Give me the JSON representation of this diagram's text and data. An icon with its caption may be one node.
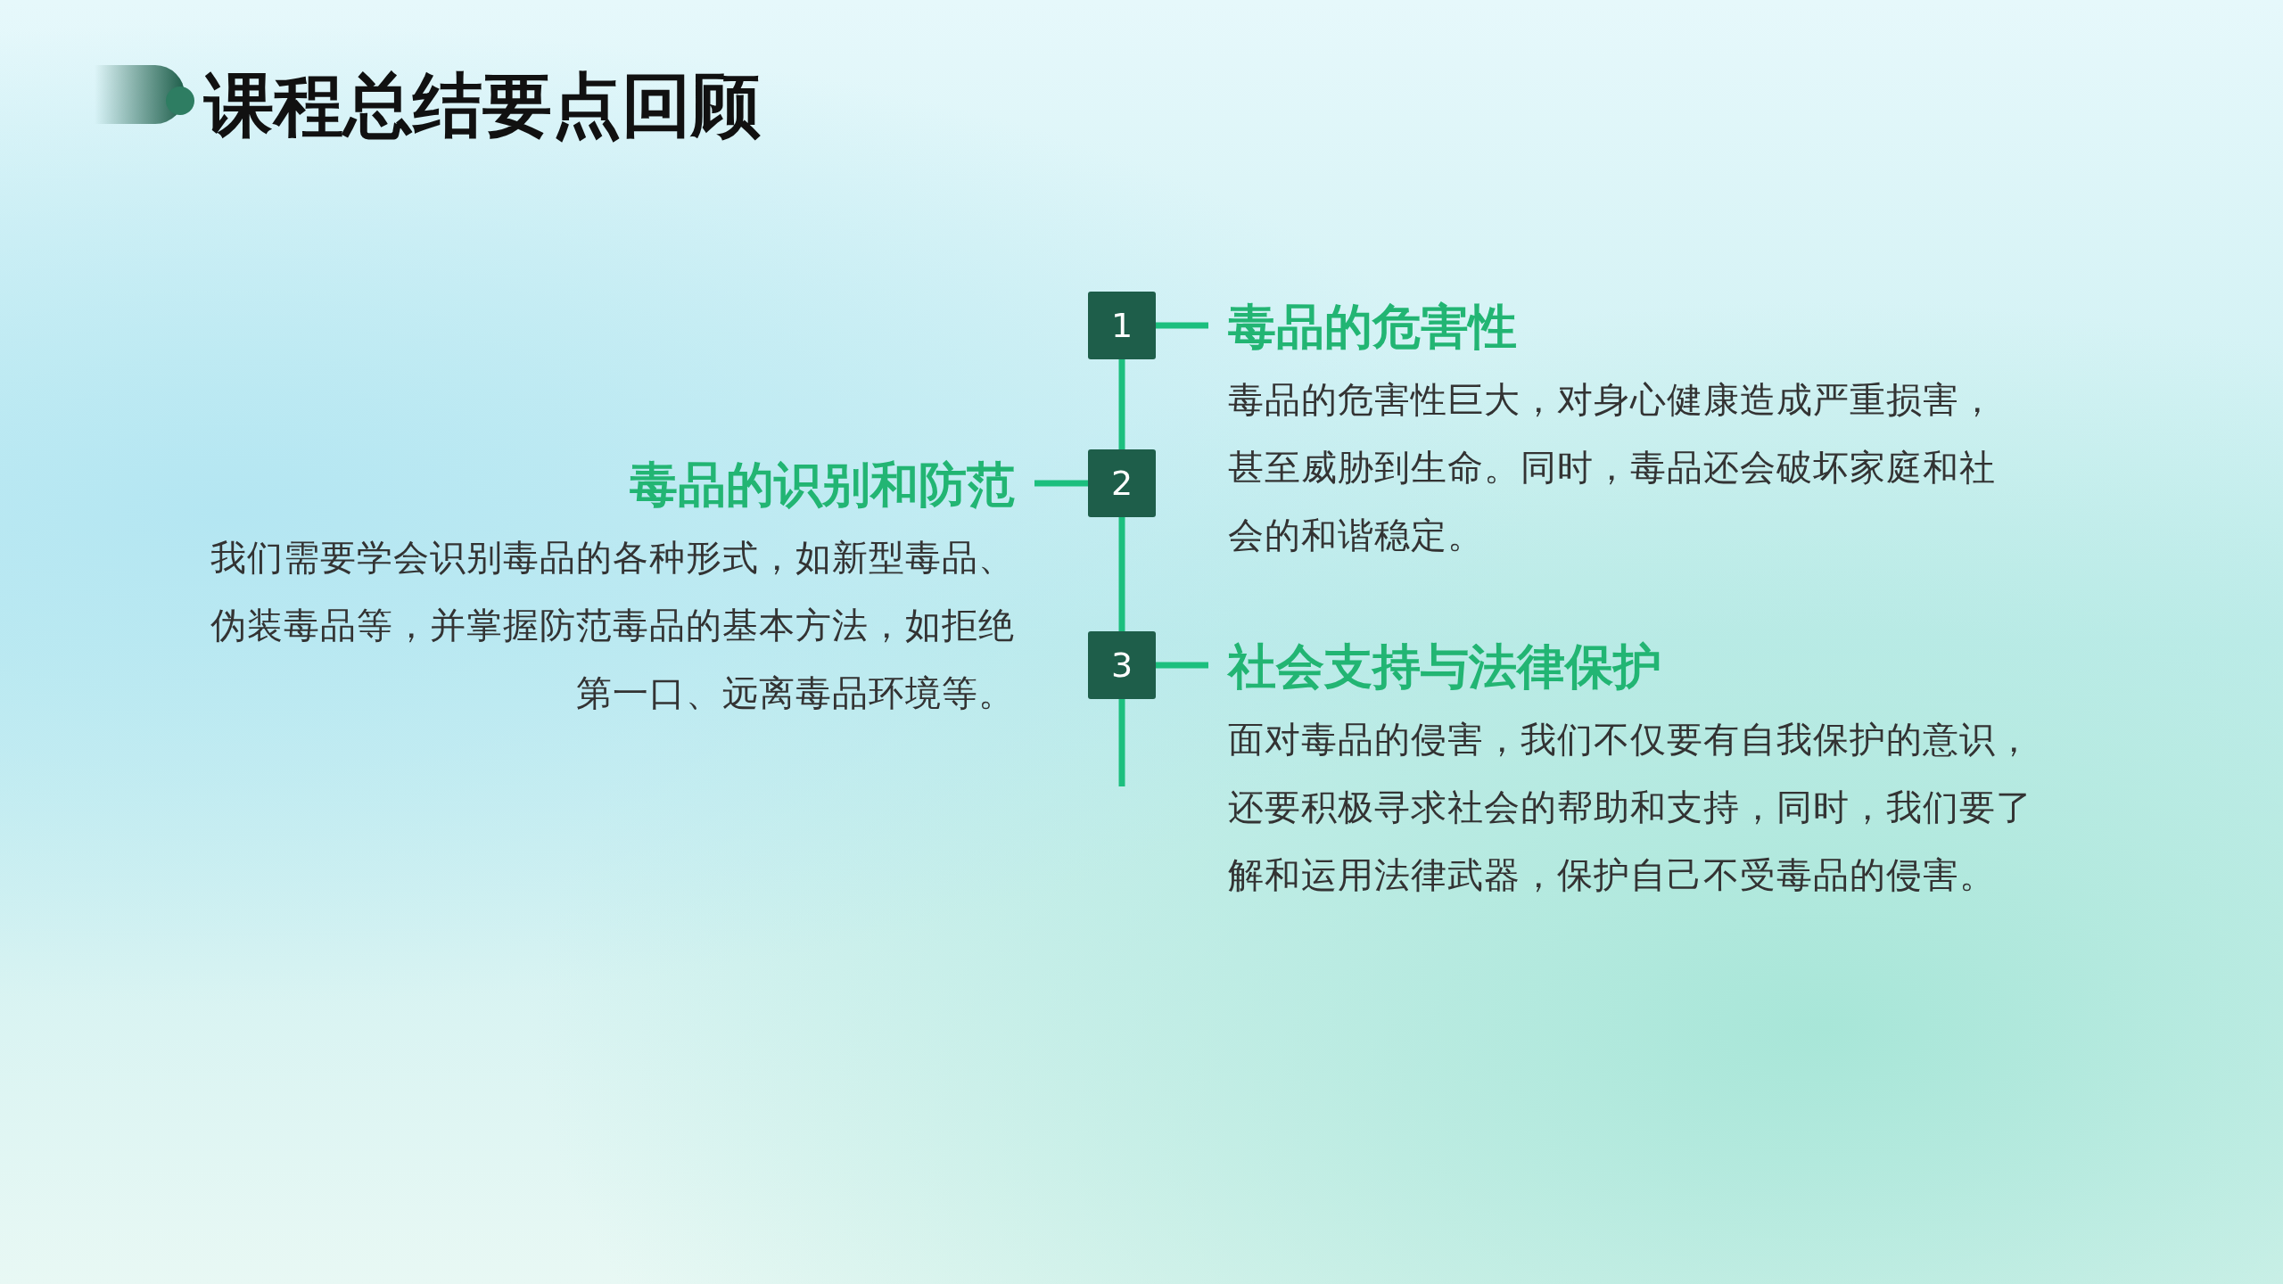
{
  "diagram": {
    "title": "课程总结要点回顾",
    "nodes": [
      {
        "text": [
          "1"
        ]
      },
      {
        "text": [
          "毒品的危害性",
          "毒品的危害性巨大，对身心健康造成严重损害，甚至威胁到生命。同时，毒品还会破坏家庭和社会的和谐稳定。"
        ]
      },
      {
        "text": [
          "毒品的识别和防范",
          "我们需要学会识别毒品的各种形式，如新型毒品、伪装毒品等，并掌握防范毒品的基本方法，如拒绝第一口、远离毒品环境等。"
        ]
      },
      {
        "text": [
          "2"
        ]
      },
      {
        "text": [
          "3"
        ]
      },
      {
        "text": [
          "社会支持与法律保护",
          "面对毒品的侵害，我们不仅要有自我保护的意识，还要积极寻求社会的帮助和支持，同时，我们要了解和运用法律武器，保护自己不受毒品的侵害。"
        ]
      }
    ],
    "edges": [
      {
        "from": 0,
        "to": 1,
        "arrow": "none"
      },
      {
        "from": 0,
        "to": 3,
        "arrow": "none"
      },
      {
        "from": 3,
        "to": 2,
        "arrow": "none"
      },
      {
        "from": 3,
        "to": 4,
        "arrow": "none"
      },
      {
        "from": 4,
        "to": 5,
        "arrow": "none"
      },
      {
        "from": 4,
        "to": null,
        "arrow": "none"
      }
    ]
  }
}
